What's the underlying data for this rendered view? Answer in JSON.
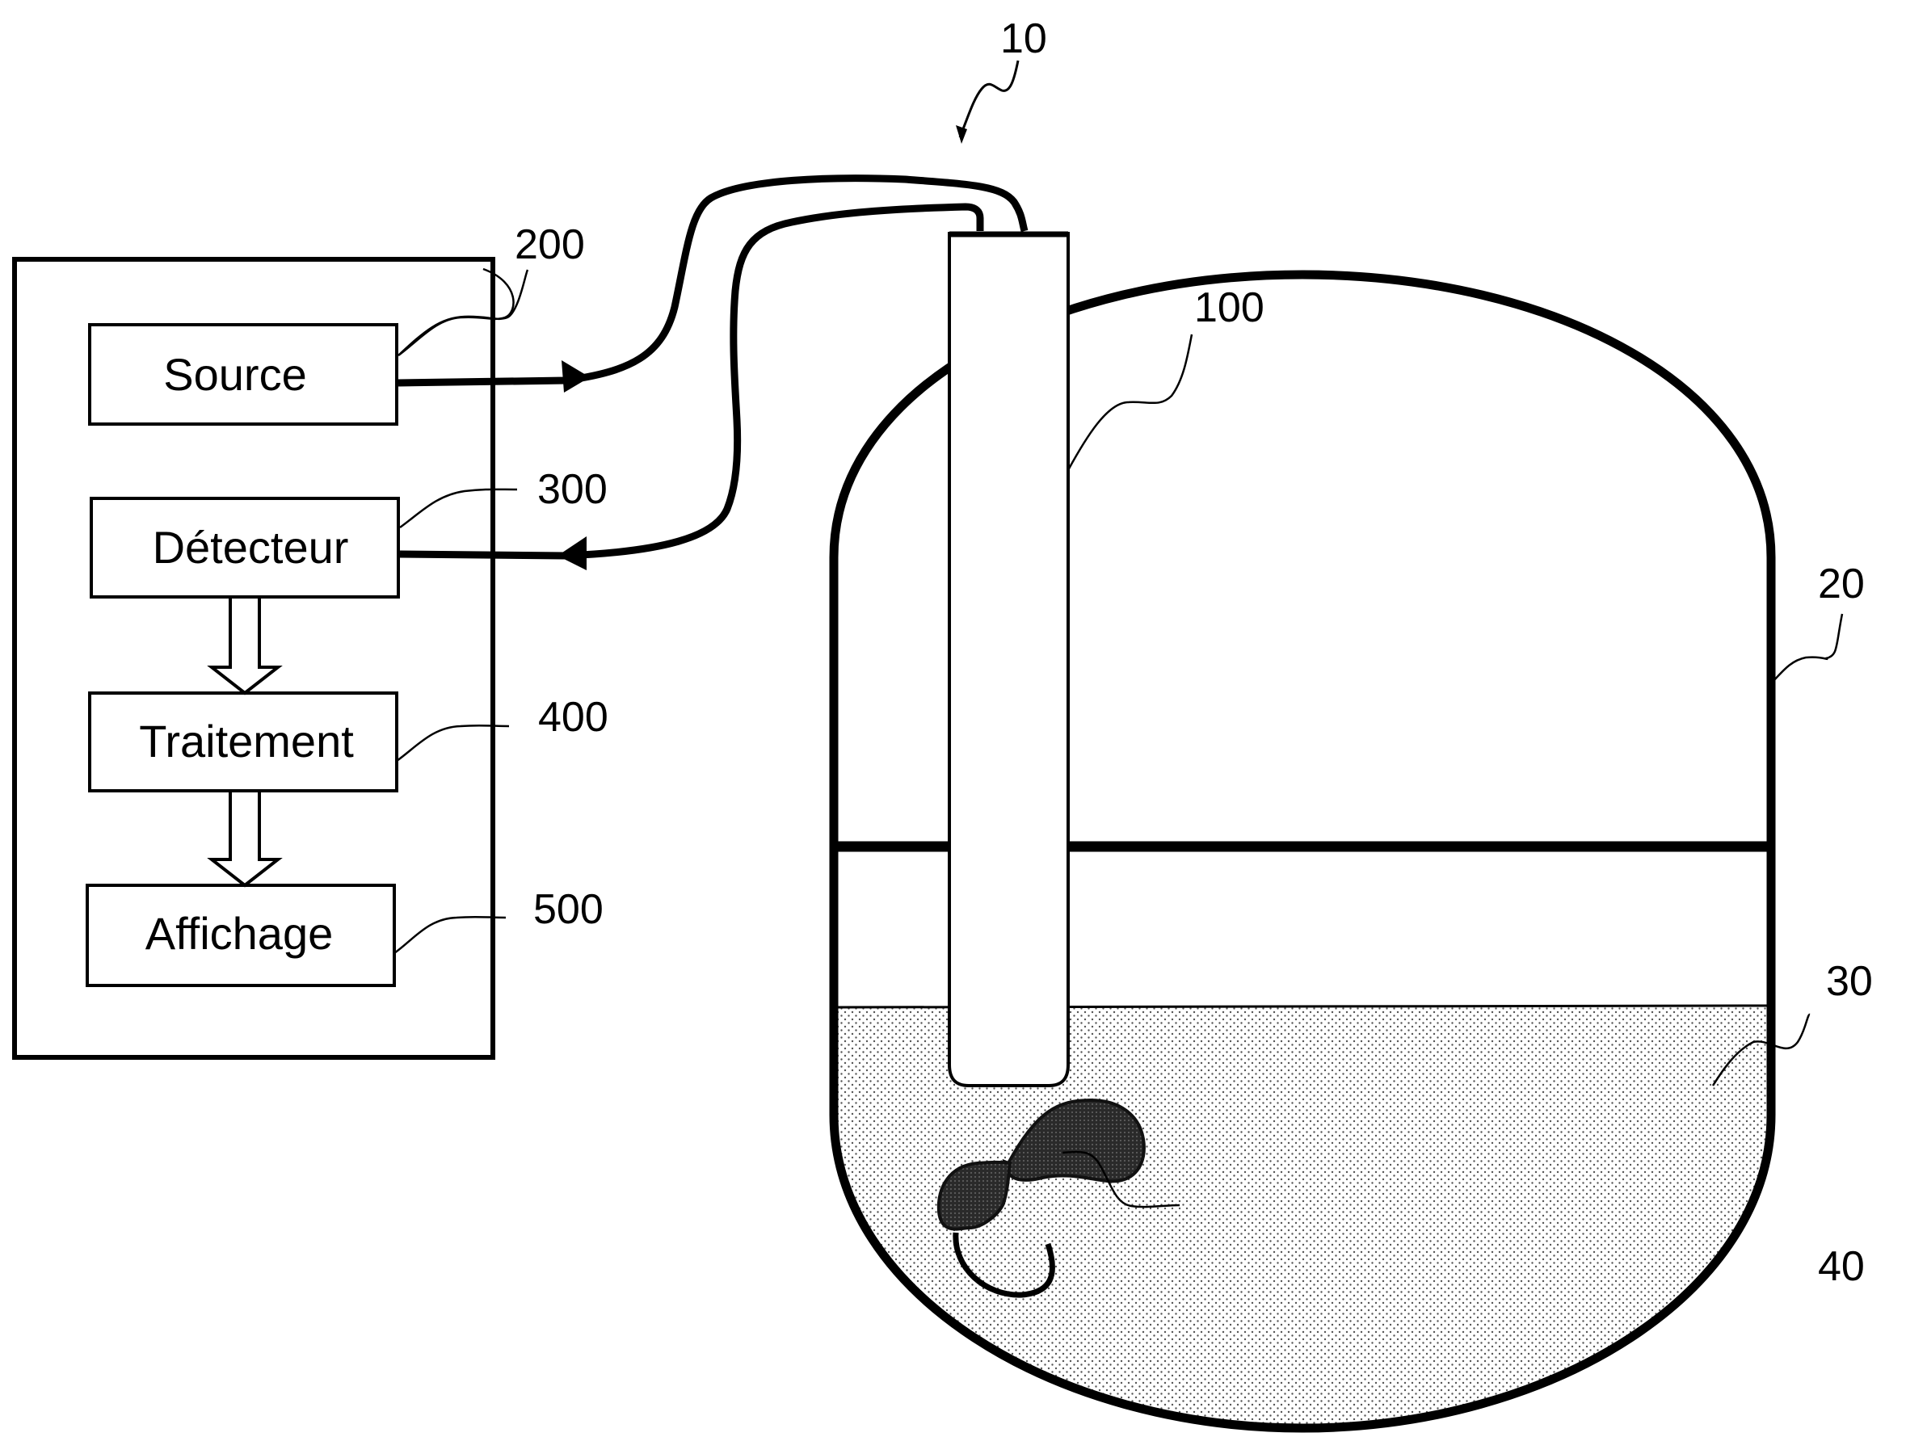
{
  "figure": {
    "system_ref": "10",
    "colors": {
      "ink": "#000000",
      "background": "#ffffff",
      "liquid_dots": "#555555",
      "agitator": "#333333"
    }
  },
  "control_unit": {
    "blocks": [
      {
        "id": "source",
        "label": "Source",
        "ref": "200"
      },
      {
        "id": "detector",
        "label": "Détecteur",
        "ref": "300"
      },
      {
        "id": "processing",
        "label": "Traitement",
        "ref": "400"
      },
      {
        "id": "display",
        "label": "Affichage",
        "ref": "500"
      }
    ]
  },
  "apparatus": {
    "probe_ref": "100",
    "vessel_ref": "20",
    "liquid_ref": "30",
    "agitator_ref": "40"
  }
}
